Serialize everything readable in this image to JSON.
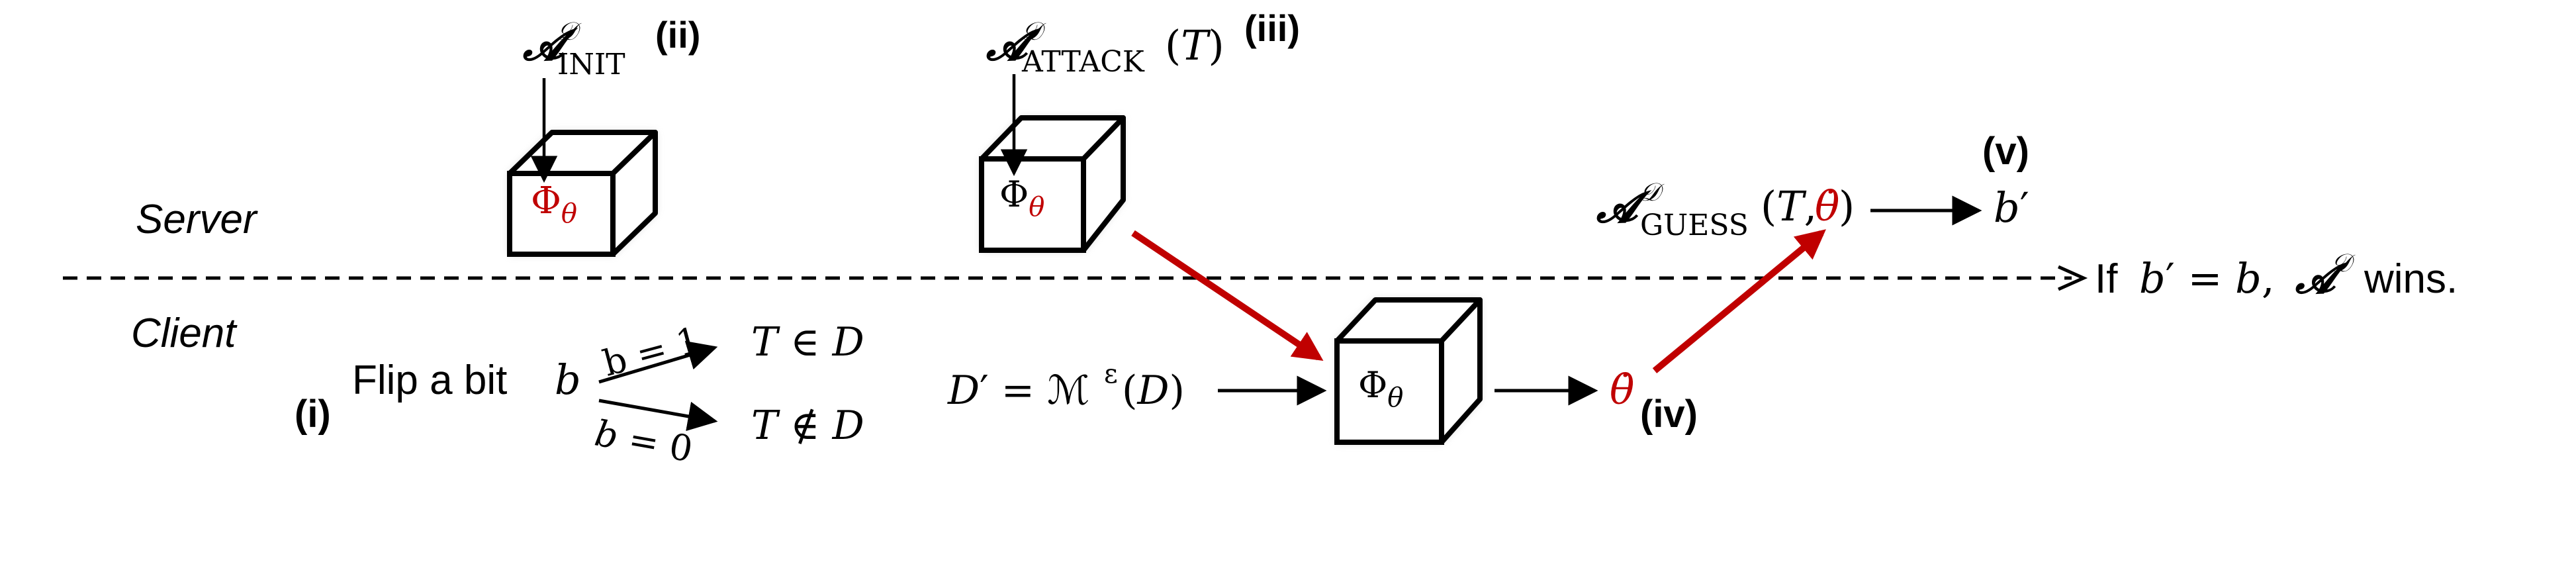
{
  "colors": {
    "ink": "#000000",
    "accent": "#c00000",
    "box_shadow": "#bdbdbd"
  },
  "rows": {
    "server": "Server",
    "client": "Client"
  },
  "steps": {
    "i": "(i)",
    "ii": "(ii)",
    "iii": "(iii)",
    "iv": "(iv)",
    "v": "(v)"
  },
  "adversary": {
    "symbol": "𝓐",
    "superscript": "𝒟",
    "init": "INIT",
    "attack": "ATTACK",
    "attack_arg": "(𝑇)",
    "guess": "GUESS",
    "guess_arg_open": "(𝑇,",
    "guess_arg_theta": "θ̇",
    "guess_arg_close": ")"
  },
  "model": {
    "phi": "Φ",
    "theta": "θ"
  },
  "client": {
    "flip_label": "Flip a bit",
    "bit": "𝑏",
    "branch_one": "b = 1",
    "branch_zero": "𝑏 = 0",
    "in_d": "𝑇 ∈ 𝐷",
    "not_in_d": "𝑇 ∉ 𝐷",
    "dprime": "𝐷′ = ℳ",
    "epsilon": "ε",
    "dprime_tail": "(𝐷)",
    "theta_dot": "θ̇"
  },
  "outcome": {
    "bprime": "𝑏′",
    "win_prefix": "If",
    "win_eq": "𝑏′ = 𝑏,",
    "win_symbol": "𝓐",
    "win_superscript": "𝒟",
    "win_suffix": "wins."
  }
}
